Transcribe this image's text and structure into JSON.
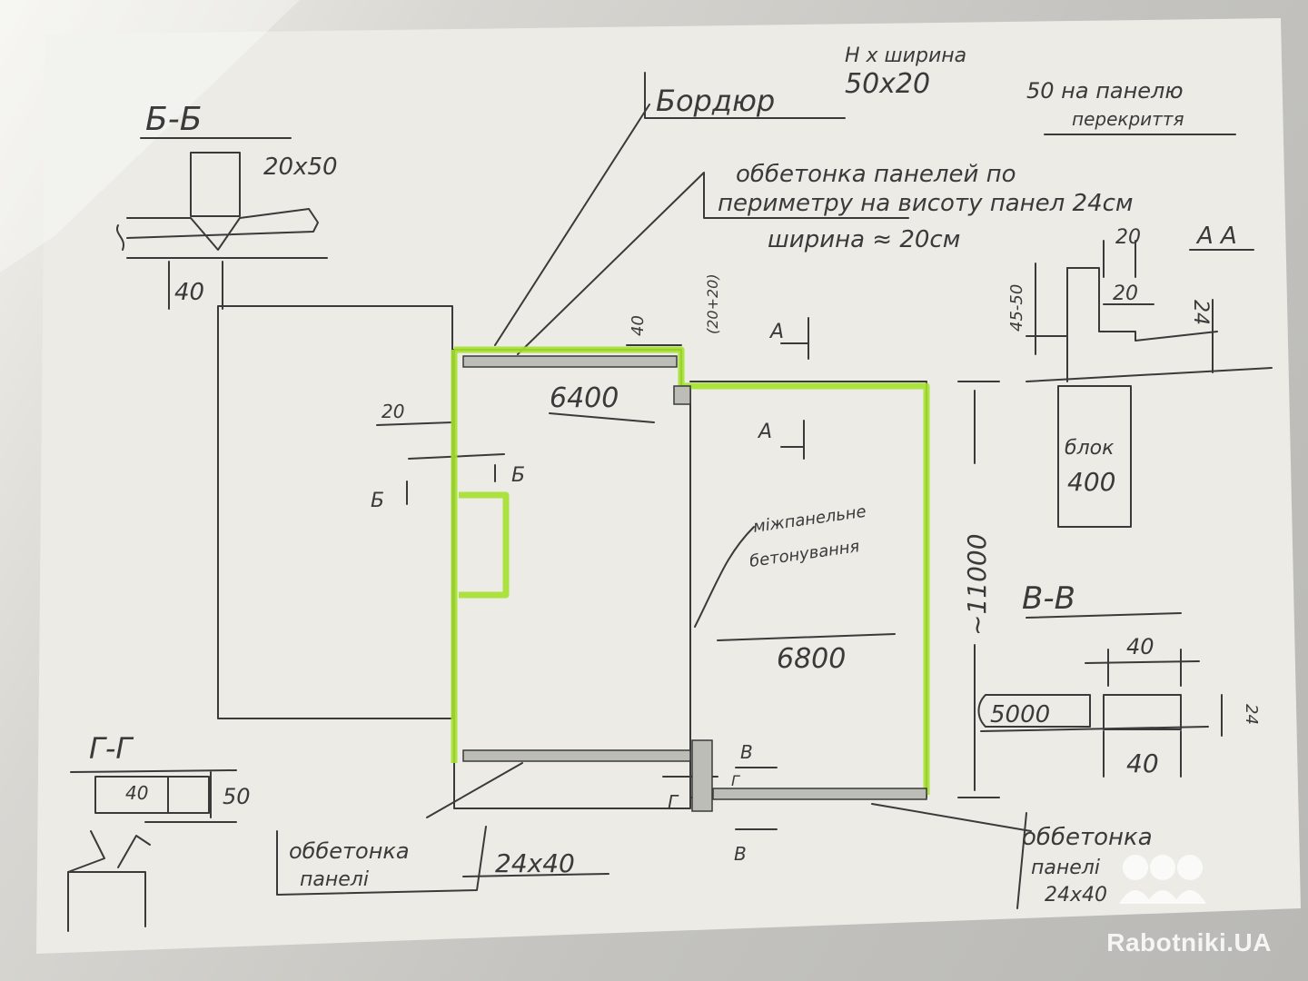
{
  "colors": {
    "pencil": "#3a3a3a",
    "highlight": "#a6e22e",
    "paper": "#ecebe6"
  },
  "labels": {
    "section_bb": "Б-Б",
    "bb_size": "20х50",
    "bb_base": "40",
    "curb_title": "Бордюр",
    "curb_dims_head": "Н х ширина",
    "curb_dims": "50х20",
    "curb_note_1": "50 на панелю",
    "curb_note_2": "перекриття",
    "perimeter_1": "оббетонка панелей по",
    "perimeter_2": "периметру на висоту панел 24см",
    "perimeter_3": "ширина ≈ 20см",
    "aa_title": "А А",
    "aa_20_top": "20",
    "aa_20_mid": "20",
    "aa_4550": "45-50",
    "aa_24": "24",
    "aa_block": "блок",
    "aa_400": "400",
    "top_40": "40",
    "top_2020": "(20+20)",
    "marker_a1": "А",
    "marker_a2": "А",
    "dim_6400": "6400",
    "dim_20": "20",
    "marker_b_left": "Б",
    "marker_b_right": "Б",
    "joint_1": "міжпанельне",
    "joint_2": "бетонування",
    "dim_11000": "~11000",
    "dim_6800": "6800",
    "section_vv": "В-В",
    "vv_40_top": "40",
    "vv_5000": "5000",
    "vv_24": "24",
    "vv_40_bottom": "40",
    "marker_v_top": "В",
    "marker_v_bottom": "В",
    "marker_g_left": "Г",
    "marker_g_right": "Г",
    "section_gg": "Г-Г",
    "gg_40": "40",
    "gg_50": "50",
    "bottom_note_1": "оббетонка",
    "bottom_note_2": "панелі",
    "bottom_size": "24х40",
    "br_note_1": "оббетонка",
    "br_note_2": "панелі",
    "br_size": "24х40"
  },
  "watermark": "Rabotniki.UA"
}
